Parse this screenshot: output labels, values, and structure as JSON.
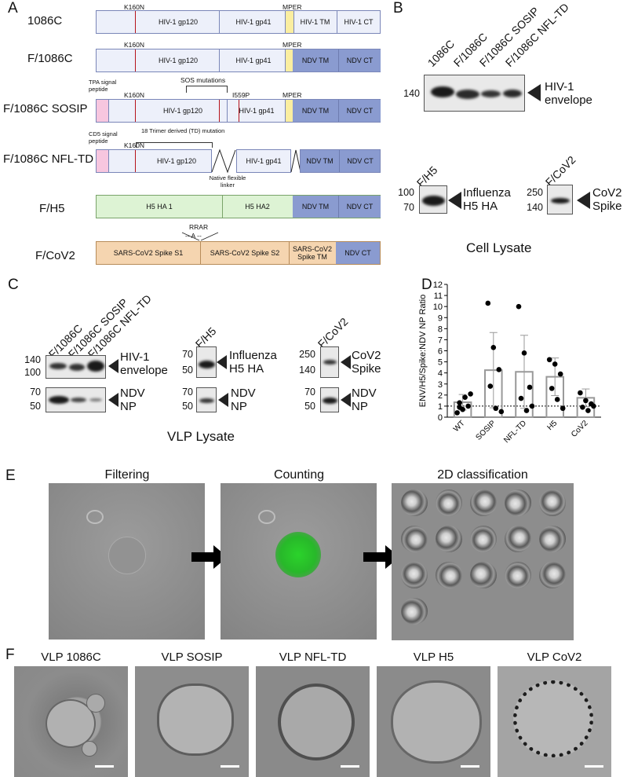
{
  "panel_labels": {
    "a": "A",
    "b": "B",
    "c": "C",
    "d": "D",
    "e": "E",
    "f": "F"
  },
  "panelA": {
    "constructs": [
      "1086C",
      "F/1086C",
      "F/1086C SOSIP",
      "F/1086C NFL-TD",
      "F/H5",
      "F/CoV2"
    ],
    "k160n": "K160N",
    "mper": "MPER",
    "i559p": "I559P",
    "sos_mutations": "SOS mutations",
    "tpa_signal": "TPA signal peptide",
    "cd5_signal": "CD5 signal peptide",
    "td_mutation": "18 Trimer derived (TD) mutation",
    "native_linker": "Native flexible linker",
    "rrar": "RRAR",
    "rrar_a": "-- A --",
    "segments": {
      "gp120": "HIV-1 gp120",
      "gp41": "HIV-1 gp41",
      "hiv_tm": "HIV-1 TM",
      "hiv_ct": "HIV-1 CT",
      "ndv_tm": "NDV TM",
      "ndv_ct": "NDV CT",
      "h5ha1": "H5 HA 1",
      "h5ha2": "H5 HA2",
      "s1": "SARS-CoV2 Spike S1",
      "s2": "SARS-CoV2 Spike S2",
      "stm": "SARS-CoV2 Spike TM"
    },
    "colors": {
      "hiv": "#edf0fa",
      "ndv": "#8a9bd0",
      "h5": "#ddf3d4",
      "cov": "#f5d5b0",
      "tpa": "#f7c6df",
      "mper": "#fbeea0",
      "kline": "#b5121b"
    }
  },
  "panelB": {
    "lanes": [
      "1086C",
      "F/1086C",
      "F/1086C SOSIP",
      "F/1086C NFL-TD"
    ],
    "mw_env": "140",
    "label_env": [
      "HIV-1",
      "envelope"
    ],
    "h5_lane": "F/H5",
    "h5_mw": [
      "100",
      "70"
    ],
    "h5_label": [
      "Influenza",
      "H5 HA"
    ],
    "cov_lane": "F/CoV2",
    "cov_mw": [
      "250",
      "140"
    ],
    "cov_label": [
      "CoV2",
      "Spike"
    ],
    "caption": "Cell Lysate"
  },
  "panelC": {
    "lanes": [
      "F/1086C",
      "F/1086C SOSIP",
      "F/1086C NFL-TD"
    ],
    "env_mw": [
      "140",
      "100"
    ],
    "env_label": [
      "HIV-1",
      "envelope"
    ],
    "np_mw": [
      "70",
      "50"
    ],
    "np_label": [
      "NDV",
      "NP"
    ],
    "h5_lane": "F/H5",
    "h5_mw": [
      "70",
      "50"
    ],
    "h5_label": [
      "Influenza",
      "H5 HA"
    ],
    "cov_lane": "F/CoV2",
    "cov_mw": [
      "250",
      "140"
    ],
    "cov_label": [
      "CoV2",
      "Spike"
    ],
    "caption": "VLP Lysate"
  },
  "chart_data": {
    "type": "bar",
    "title": "",
    "ylabel": "ENV/H5/Spike:NDV NP Ratio",
    "xlabel": "",
    "categories": [
      "WT",
      "SOSIP",
      "NFL-TD",
      "H5",
      "CoV2"
    ],
    "ylim": [
      0,
      12
    ],
    "yticks": [
      0,
      1,
      2,
      3,
      4,
      5,
      6,
      7,
      8,
      9,
      10,
      11,
      12
    ],
    "reference_line": 1,
    "series": [
      {
        "values": [
          1.35,
          4.25,
          4.1,
          3.65,
          1.75
        ],
        "errors": [
          0.7,
          3.4,
          3.3,
          1.7,
          0.8
        ]
      }
    ],
    "points": [
      [
        0.4,
        0.7,
        1.0,
        1.3,
        1.8,
        2.1,
        0.9
      ],
      [
        10.3,
        6.3,
        4.3,
        2.8,
        0.8,
        0.5
      ],
      [
        10.0,
        5.8,
        2.7,
        1.7,
        0.6,
        1.0
      ],
      [
        5.2,
        4.8,
        3.9,
        2.6,
        1.6,
        0.8
      ],
      [
        2.2,
        1.5,
        1.2,
        0.9,
        0.6,
        1.0
      ]
    ]
  },
  "panelE": {
    "steps": [
      "Filtering",
      "Counting",
      "2D classification"
    ]
  },
  "panelF": {
    "images": [
      "VLP 1086C",
      "VLP SOSIP",
      "VLP NFL-TD",
      "VLP H5",
      "VLP CoV2"
    ]
  }
}
